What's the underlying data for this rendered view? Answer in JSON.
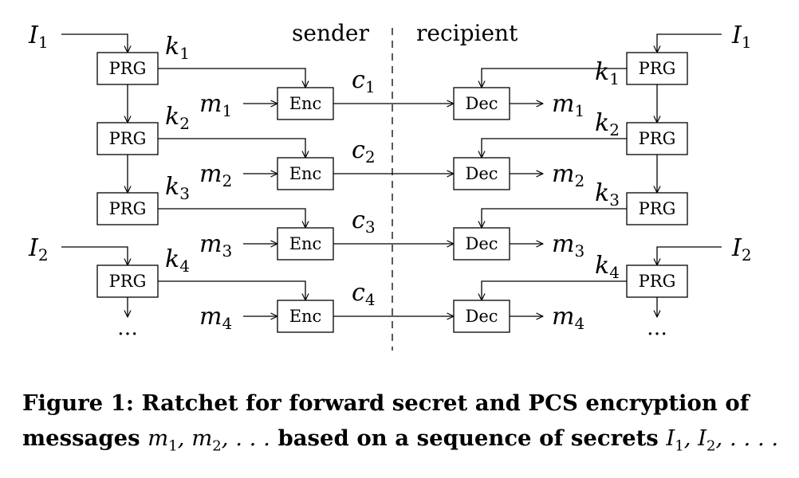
{
  "headers": {
    "sender": "sender",
    "recipient": "recipient"
  },
  "prg_label": "PRG",
  "enc_label": "Enc",
  "dec_label": "Dec",
  "ellipsis": "…",
  "secrets": [
    {
      "base": "I",
      "sub": "1"
    },
    {
      "base": "I",
      "sub": "2"
    }
  ],
  "keys": [
    {
      "base": "k",
      "sub": "1"
    },
    {
      "base": "k",
      "sub": "2"
    },
    {
      "base": "k",
      "sub": "3"
    },
    {
      "base": "k",
      "sub": "4"
    }
  ],
  "messages": [
    {
      "base": "m",
      "sub": "1"
    },
    {
      "base": "m",
      "sub": "2"
    },
    {
      "base": "m",
      "sub": "3"
    },
    {
      "base": "m",
      "sub": "4"
    }
  ],
  "ciphertexts": [
    {
      "base": "c",
      "sub": "1"
    },
    {
      "base": "c",
      "sub": "2"
    },
    {
      "base": "c",
      "sub": "3"
    },
    {
      "base": "c",
      "sub": "4"
    }
  ],
  "caption": {
    "line1": "Figure 1: Ratchet for forward secret and PCS encryption of",
    "line2_prefix": "messages ",
    "line2_math1": "m",
    "line2_sub1": "1",
    "line2_sep1": ", ",
    "line2_math2": "m",
    "line2_sub2": "2",
    "line2_tail1": ", . . .",
    "line2_middle": " based on a sequence of secrets ",
    "line2_math3": "I",
    "line2_sub3": "1",
    "line2_sep2": ", ",
    "line2_math4": "I",
    "line2_sub4": "2",
    "line2_tail2": ", . . . ."
  }
}
